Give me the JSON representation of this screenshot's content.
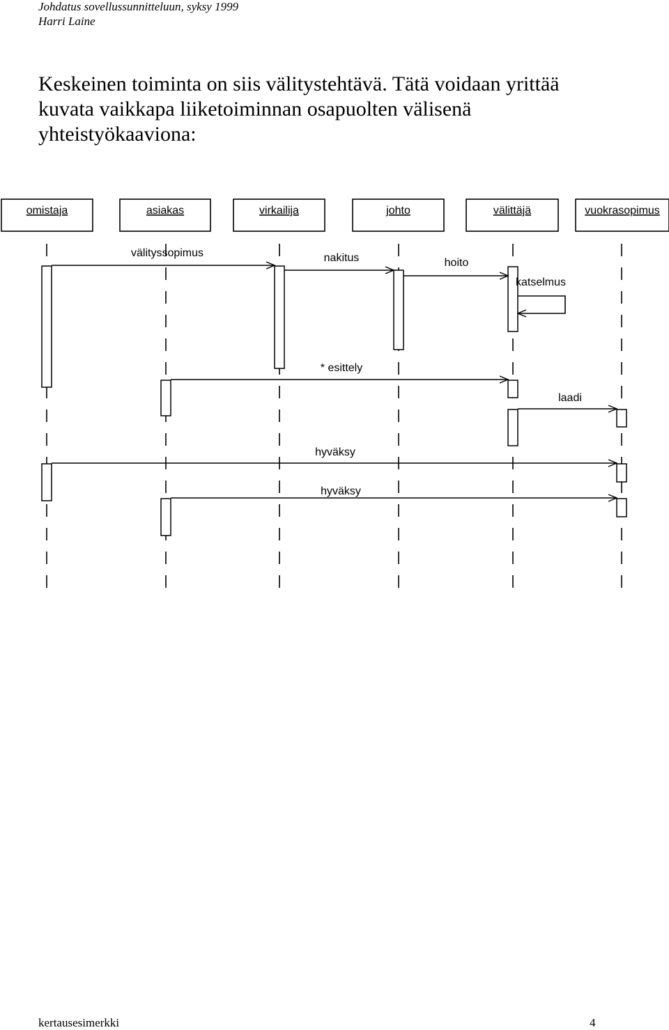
{
  "header": {
    "course": "Johdatus sovellussunnitteluun, syksy 1999",
    "author": "Harri Laine"
  },
  "intro": {
    "lines": [
      "Keskeinen toiminta on siis välitystehtävä. Tätä voidaan yrittää",
      "kuvata vaikkapa liiketoiminnan osapuolten välisenä",
      "yhteistyökaaviona:"
    ]
  },
  "diagram": {
    "objects": [
      {
        "id": "omistaja",
        "label": "omistaja"
      },
      {
        "id": "asiakas",
        "label": "asiakas"
      },
      {
        "id": "virkailija",
        "label": "virkailija"
      },
      {
        "id": "johto",
        "label": "johto"
      },
      {
        "id": "valittaja",
        "label": "välittäjä"
      },
      {
        "id": "vuokrasopimus",
        "label": "vuokrasopimus"
      }
    ],
    "messages": [
      {
        "label": "välityssopimus",
        "from": "omistaja",
        "to": "virkailija"
      },
      {
        "label": "nakitus",
        "from": "virkailija",
        "to": "johto"
      },
      {
        "label": "hoito",
        "from": "johto",
        "to": "valittaja"
      },
      {
        "label": "katselmus",
        "from": "valittaja",
        "to": "valittaja"
      },
      {
        "label": "* esittely",
        "from": "asiakas",
        "to": "valittaja"
      },
      {
        "label": "laadi",
        "from": "valittaja",
        "to": "vuokrasopimus"
      },
      {
        "label": "hyväksy",
        "from": "omistaja",
        "to": "vuokrasopimus"
      },
      {
        "label": "hyväksy",
        "from": "asiakas",
        "to": "vuokrasopimus"
      }
    ],
    "colors": {
      "line": "#000000",
      "box_fill": "#ffffff"
    }
  },
  "footer": {
    "left": "kertausesimerkki",
    "page_number": "4"
  }
}
